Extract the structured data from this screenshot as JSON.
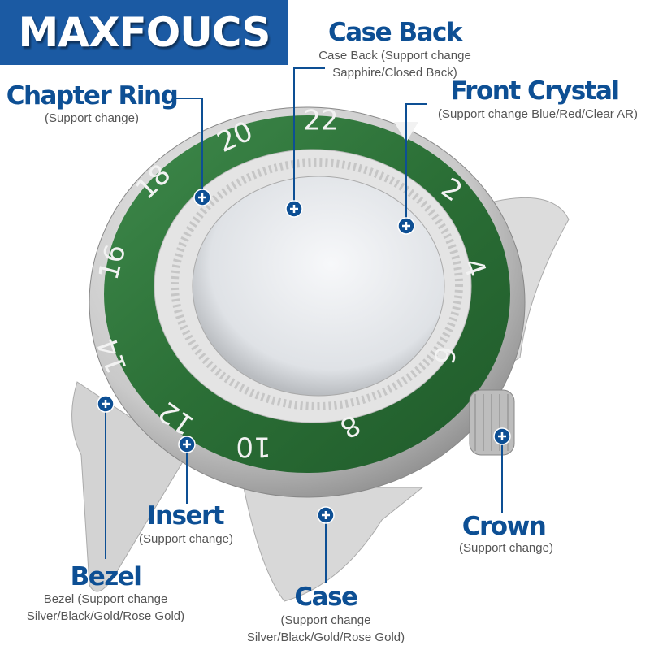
{
  "brand": {
    "name": "MAXFOUCS",
    "color": "#1b5aa3"
  },
  "accent_color": "#0d4f94",
  "bezel_numbers": [
    "20",
    "22",
    "2",
    "4",
    "6",
    "8",
    "10",
    "12",
    "14",
    "16",
    "18"
  ],
  "callouts": {
    "case_back": {
      "title": "Case Back",
      "line1": "Case Back (Support change",
      "line2": "Sapphire/Closed Back)"
    },
    "chapter_ring": {
      "title": "Chapter Ring",
      "line1": "(Support change)"
    },
    "front_crystal": {
      "title": "Front Crystal",
      "line1": "(Support change Blue/Red/Clear AR)"
    },
    "insert": {
      "title": "Insert",
      "line1": "(Support change)"
    },
    "crown": {
      "title": "Crown",
      "line1": "(Support change)"
    },
    "bezel": {
      "title": "Bezel",
      "line1": "Bezel (Support change",
      "line2": "Silver/Black/Gold/Rose Gold)"
    },
    "case": {
      "title": "Case",
      "line1": "(Support change",
      "line2": "Silver/Black/Gold/Rose Gold)"
    }
  }
}
